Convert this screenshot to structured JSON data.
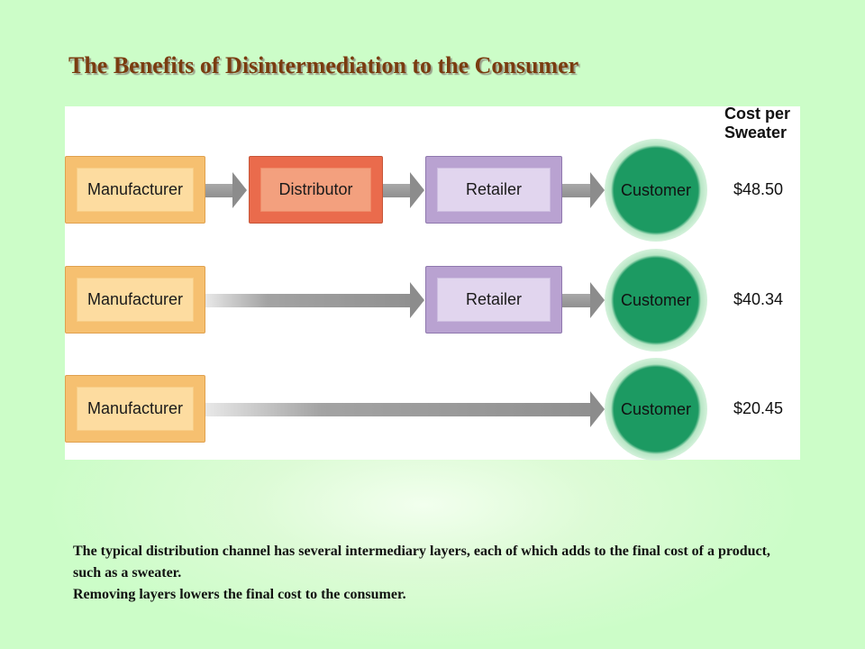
{
  "title": "The Benefits of Disintermediation to the Consumer",
  "cost_header": [
    "Cost per",
    "Sweater"
  ],
  "rows": [
    {
      "manufacturer": "Manufacturer",
      "distributor": "Distributor",
      "retailer": "Retailer",
      "customer": "Customer",
      "cost": "$48.50"
    },
    {
      "manufacturer": "Manufacturer",
      "retailer": "Retailer",
      "customer": "Customer",
      "cost": "$40.34"
    },
    {
      "manufacturer": "Manufacturer",
      "customer": "Customer",
      "cost": "$20.45"
    }
  ],
  "caption": [
    "The typical distribution channel has several intermediary layers, each of which adds to the final cost of a product, such as a sweater.",
    "Removing layers lowers the final cost to the consumer."
  ],
  "colors": {
    "background": "#ccfdc8",
    "title": "#7a3c10",
    "manufacturer": "#f6c070",
    "distributor": "#ea6b4c",
    "retailer": "#b9a2d1",
    "customer": "#1c9a62",
    "arrow": "#8c8c8c"
  }
}
